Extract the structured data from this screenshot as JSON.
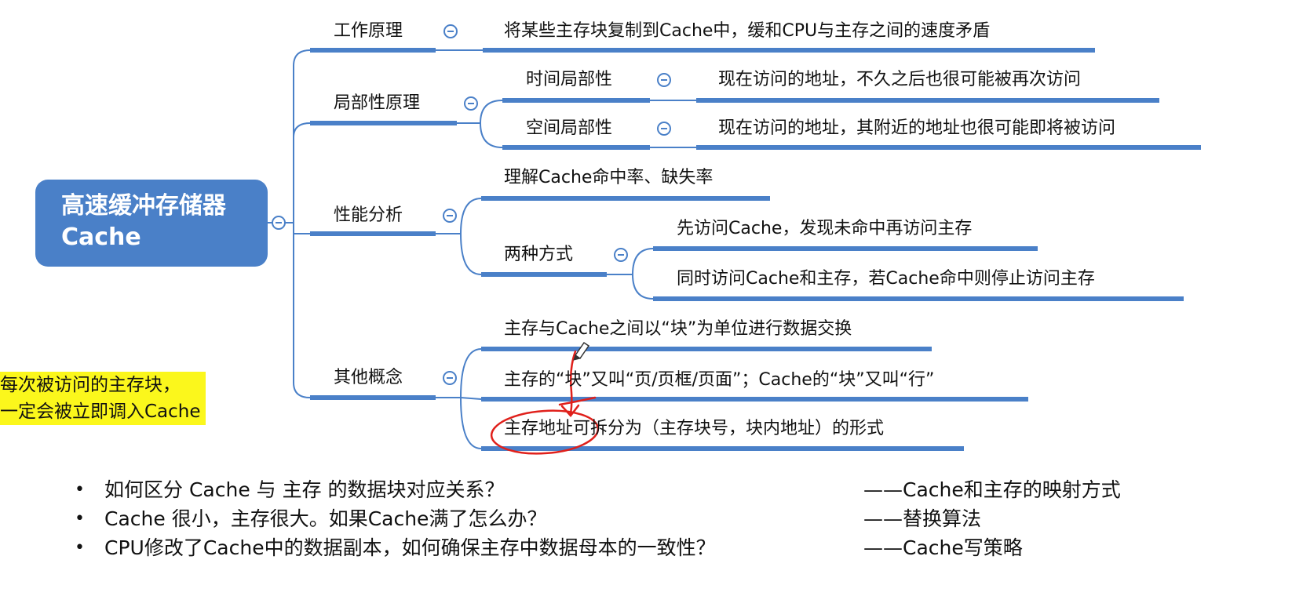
{
  "root": {
    "line1": "高速缓冲存储器",
    "line2": "Cache"
  },
  "branches": [
    {
      "label": "工作原理",
      "detail": "将某些主存块复制到Cache中，缓和CPU与主存之间的速度矛盾"
    },
    {
      "label": "局部性原理",
      "children": [
        {
          "label": "时间局部性",
          "detail": "现在访问的地址，不久之后也很可能被再次访问"
        },
        {
          "label": "空间局部性",
          "detail": "现在访问的地址，其附近的地址也很可能即将被访问"
        }
      ]
    },
    {
      "label": "性能分析",
      "children": [
        {
          "label": "理解Cache命中率、缺失率"
        },
        {
          "label": "两种方式",
          "children": [
            {
              "label": "先访问Cache，发现未命中再访问主存"
            },
            {
              "label": "同时访问Cache和主存，若Cache命中则停止访问主存"
            }
          ]
        }
      ]
    },
    {
      "label": "其他概念",
      "children": [
        {
          "label": "主存与Cache之间以“块”为单位进行数据交换"
        },
        {
          "label": "主存的“块”又叫“页/页框/页面”；Cache的“块”又叫“行”"
        },
        {
          "label": "主存地址可拆分为（主存块号，块内地址）的形式"
        }
      ]
    }
  ],
  "note": {
    "line1": "每次被访问的主存块，",
    "line2": "一定会被立即调入Cache"
  },
  "bullets": [
    {
      "question": "如何区分 Cache 与 主存 的数据块对应关系？",
      "answer": "——Cache和主存的映射方式"
    },
    {
      "question": "Cache 很小，主存很大。如果Cache满了怎么办？",
      "answer": "——替换算法"
    },
    {
      "question": "CPU修改了Cache中的数据副本，如何确保主存中数据母本的一致性？",
      "answer": "——Cache写策略"
    }
  ],
  "colors": {
    "accent": "#4a80c8",
    "highlight": "#fbf71c",
    "annotation": "#e0201b"
  }
}
